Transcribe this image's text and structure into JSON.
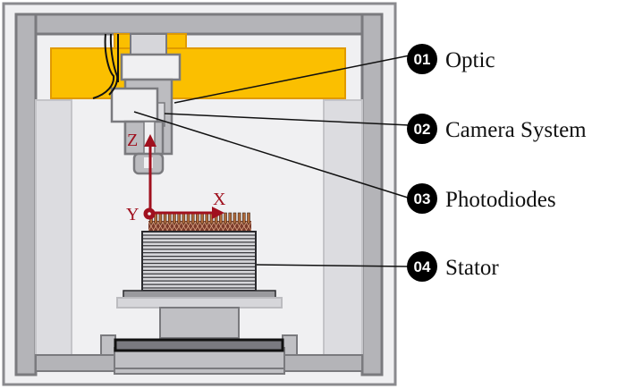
{
  "diagram": {
    "title": "Laser processing machine setup with stator",
    "colors": {
      "frame_gray": "#a8a8ac",
      "frame_dark": "#7a7a7e",
      "interior": "#f0f0f2",
      "gantry_yellow": "#fbbf00",
      "gantry_edge": "#e09a00",
      "axis_red": "#a0101e",
      "copper": "#b06a3a"
    },
    "axes": {
      "z_label": "Z",
      "x_label": "X",
      "y_label": "Y"
    },
    "labels": [
      {
        "number": "01",
        "text": "Optic"
      },
      {
        "number": "02",
        "text": "Camera System"
      },
      {
        "number": "03",
        "text": "Photodiodes"
      },
      {
        "number": "04",
        "text": "Stator"
      }
    ]
  }
}
